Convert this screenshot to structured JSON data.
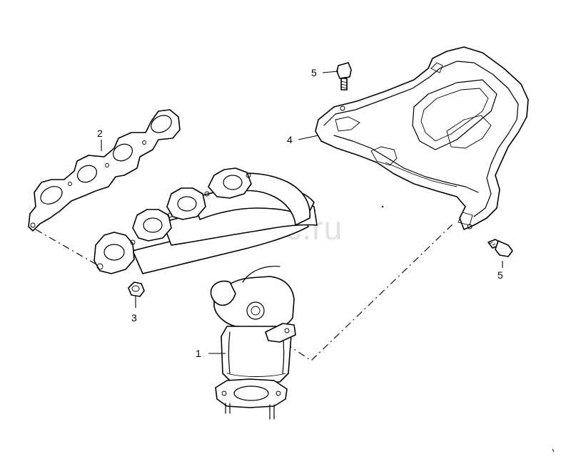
{
  "watermark": "vagtec.ru",
  "callouts": {
    "c1": "1",
    "c2": "2",
    "c3": "3",
    "c4": "4",
    "c5a": "5",
    "c5b": "5"
  }
}
